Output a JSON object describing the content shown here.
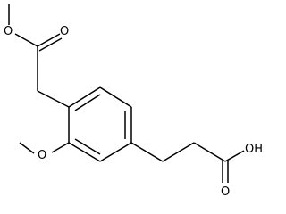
{
  "molecule": {
    "atoms": {
      "ester_carbonyl_o": "O",
      "ester_ether_o": "O",
      "methoxy_o": "O",
      "acid_hydroxyl": "OH",
      "acid_carbonyl_o": "O"
    }
  }
}
